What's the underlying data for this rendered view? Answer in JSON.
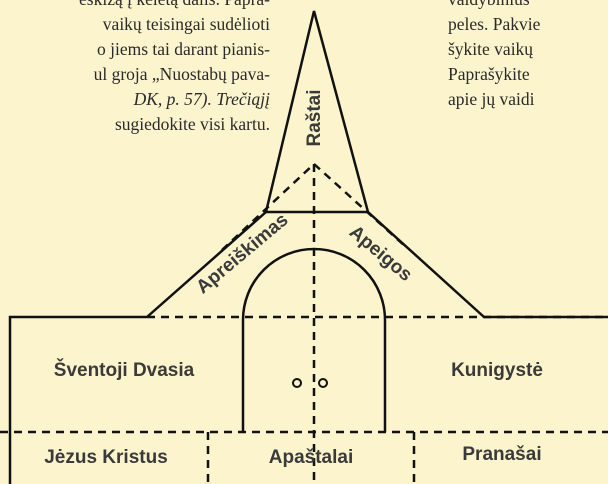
{
  "left_text": {
    "lines": [
      "eskizą į keletą dalis. Papra-",
      "vaikų teisingai sudėlioti",
      "o jiems tai darant pianis-",
      "ul groja „Nuostabų pava-",
      "DK, p. 57). Trečiąjį",
      "sugiedokite visi kartu."
    ]
  },
  "right_text": {
    "lines": [
      "vaidybinius",
      "peles. Pakvie",
      "šykite vaikų",
      "Paprašykite",
      "apie jų vaidi"
    ]
  },
  "diagram": {
    "spire_label": "Raštai",
    "left_roof_label": "Apreiškimas",
    "right_roof_label": "Apeigos",
    "left_wall_label": "Šventoji Dvasia",
    "right_wall_label": "Kunigystė",
    "foundation": [
      "Jėzus Kristus",
      "Apaštalai",
      "Pranašai"
    ]
  }
}
